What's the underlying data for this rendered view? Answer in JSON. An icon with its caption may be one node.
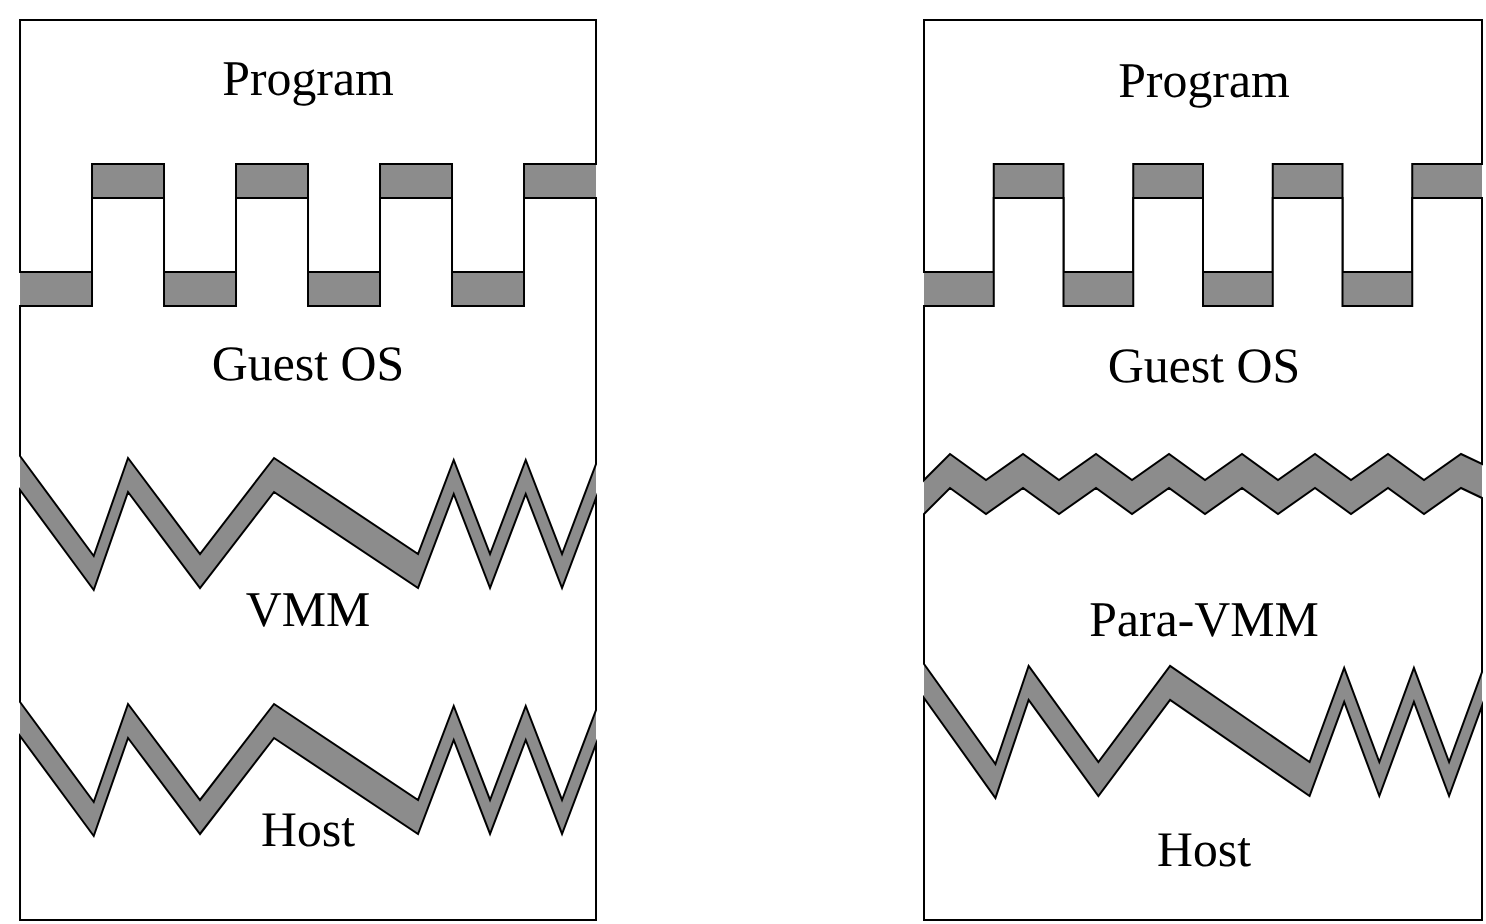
{
  "diagram": {
    "nodes": [
      {
        "text": [
          "Program"
        ]
      },
      {
        "text": [
          "Guest OS"
        ]
      },
      {
        "text": [
          "VMM"
        ]
      },
      {
        "text": [
          "Host"
        ]
      },
      {
        "text": [
          "Program"
        ]
      },
      {
        "text": [
          "Guest OS"
        ]
      },
      {
        "text": [
          "Para-VMM"
        ]
      },
      {
        "text": [
          "Host"
        ]
      }
    ]
  }
}
